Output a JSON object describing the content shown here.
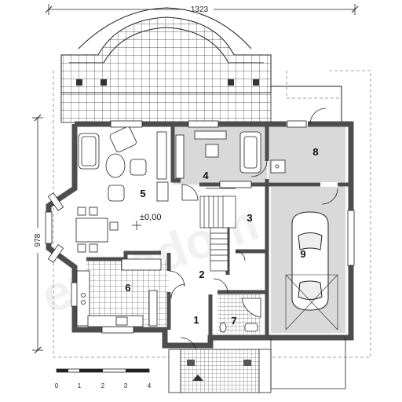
{
  "dimensions": {
    "width": "1323",
    "height": "978"
  },
  "level_label": "±0,00",
  "rooms": [
    {
      "id": "1",
      "label": "1"
    },
    {
      "id": "2",
      "label": "2"
    },
    {
      "id": "3",
      "label": "3"
    },
    {
      "id": "4",
      "label": "4"
    },
    {
      "id": "5",
      "label": "5"
    },
    {
      "id": "6",
      "label": "6"
    },
    {
      "id": "7",
      "label": "7"
    },
    {
      "id": "8",
      "label": "8"
    },
    {
      "id": "9",
      "label": "9"
    }
  ],
  "scale_bar": {
    "ticks": [
      "0",
      "1",
      "2",
      "3",
      "4"
    ]
  },
  "watermark": "extradom",
  "colors": {
    "wall": "#4d4d4d",
    "room_grey": "#d9d9d9",
    "tile_line": "#333333",
    "background": "#ffffff"
  }
}
